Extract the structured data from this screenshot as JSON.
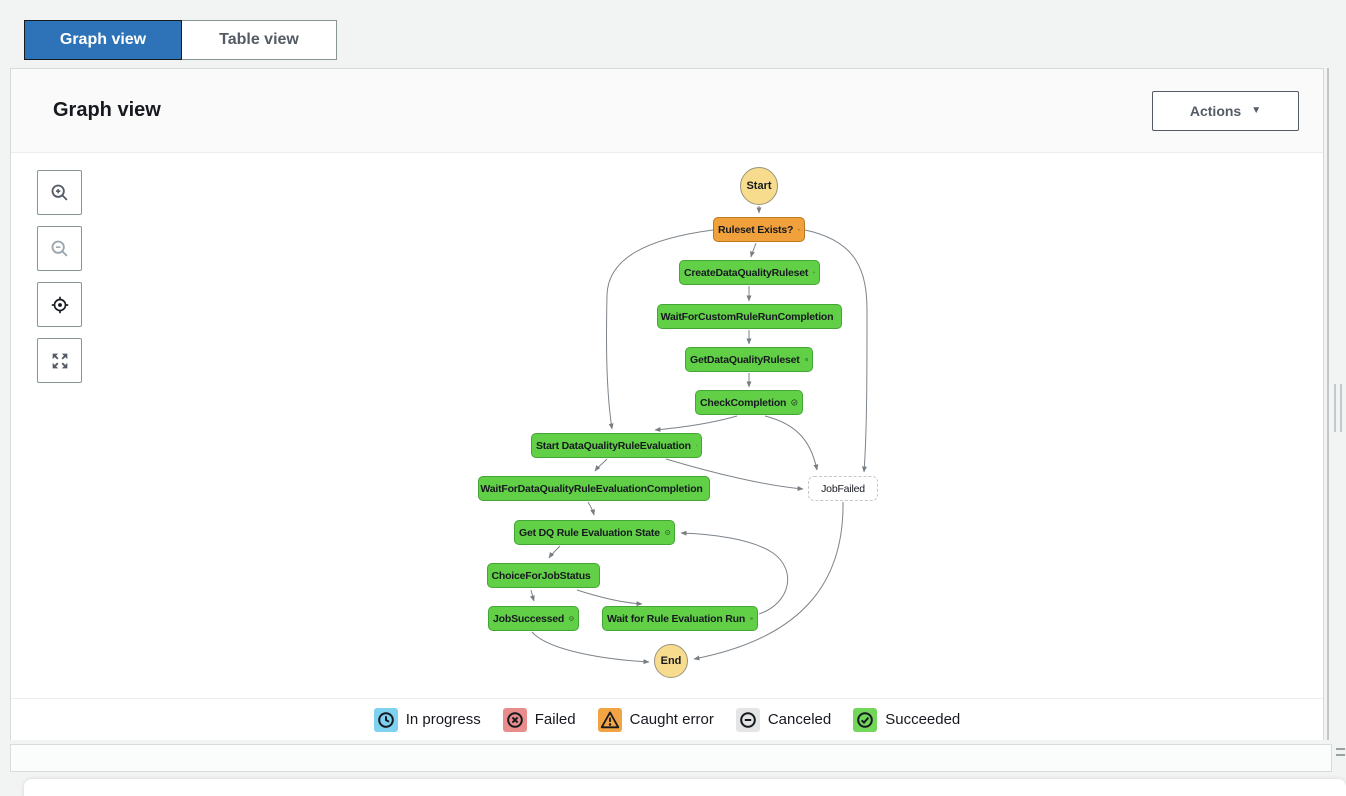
{
  "tabs": {
    "graph": "Graph view",
    "table": "Table view"
  },
  "panel": {
    "title": "Graph view",
    "actions_label": "Actions"
  },
  "graph": {
    "nodes": [
      {
        "id": "start",
        "label": "Start",
        "status": "start"
      },
      {
        "id": "ruleset-exists",
        "label": "Ruleset Exists?",
        "status": "caught-error"
      },
      {
        "id": "create-ruleset",
        "label": "CreateDataQualityRuleset",
        "status": "succeeded"
      },
      {
        "id": "wait-custom-rule",
        "label": "WaitForCustomRuleRunCompletion",
        "status": "succeeded"
      },
      {
        "id": "get-ruleset",
        "label": "GetDataQualityRuleset",
        "status": "succeeded"
      },
      {
        "id": "check-completion",
        "label": "CheckCompletion",
        "status": "succeeded"
      },
      {
        "id": "start-dq-eval",
        "label": "Start DataQualityRuleEvaluation",
        "status": "succeeded"
      },
      {
        "id": "wait-dq-eval",
        "label": "WaitForDataQualityRuleEvaluationCompletion",
        "status": "succeeded"
      },
      {
        "id": "job-failed",
        "label": "JobFailed",
        "status": "not-executed"
      },
      {
        "id": "get-dq-state",
        "label": "Get DQ Rule Evaluation State",
        "status": "succeeded"
      },
      {
        "id": "choice-job",
        "label": "ChoiceForJobStatus",
        "status": "succeeded"
      },
      {
        "id": "job-successed",
        "label": "JobSuccessed",
        "status": "succeeded"
      },
      {
        "id": "wait-rule-run",
        "label": "Wait for Rule Evaluation Run",
        "status": "succeeded"
      },
      {
        "id": "end",
        "label": "End",
        "status": "end"
      }
    ],
    "edges": [
      {
        "from": "start",
        "to": "ruleset-exists"
      },
      {
        "from": "ruleset-exists",
        "to": "create-ruleset"
      },
      {
        "from": "ruleset-exists",
        "to": "start-dq-eval"
      },
      {
        "from": "ruleset-exists",
        "to": "job-failed"
      },
      {
        "from": "create-ruleset",
        "to": "wait-custom-rule"
      },
      {
        "from": "wait-custom-rule",
        "to": "get-ruleset"
      },
      {
        "from": "get-ruleset",
        "to": "check-completion"
      },
      {
        "from": "check-completion",
        "to": "start-dq-eval"
      },
      {
        "from": "check-completion",
        "to": "job-failed"
      },
      {
        "from": "start-dq-eval",
        "to": "wait-dq-eval"
      },
      {
        "from": "start-dq-eval",
        "to": "job-failed"
      },
      {
        "from": "wait-dq-eval",
        "to": "get-dq-state"
      },
      {
        "from": "get-dq-state",
        "to": "choice-job"
      },
      {
        "from": "choice-job",
        "to": "job-successed"
      },
      {
        "from": "choice-job",
        "to": "wait-rule-run"
      },
      {
        "from": "wait-rule-run",
        "to": "get-dq-state"
      },
      {
        "from": "job-successed",
        "to": "end"
      },
      {
        "from": "job-failed",
        "to": "end"
      }
    ]
  },
  "legend": {
    "items": [
      {
        "label": "In progress",
        "color": "#7ed2f0",
        "icon": "clock-icon"
      },
      {
        "label": "Failed",
        "color": "#ea8c8c",
        "icon": "x-circle-icon"
      },
      {
        "label": "Caught error",
        "color": "#f2a444",
        "icon": "warning-triangle-icon"
      },
      {
        "label": "Canceled",
        "color": "#e4e6e6",
        "icon": "minus-circle-icon"
      },
      {
        "label": "Succeeded",
        "color": "#72d65a",
        "icon": "check-circle-icon"
      }
    ]
  },
  "colors": {
    "tab_active_blue": "#2e73b8",
    "succeeded_fill": "#62d047",
    "succeeded_border": "#43a534",
    "caught_error_fill": "#f0a13c",
    "caught_error_border": "#b97a1e",
    "terminal_fill": "#f6dc8c",
    "edge_gray": "#777e83"
  }
}
